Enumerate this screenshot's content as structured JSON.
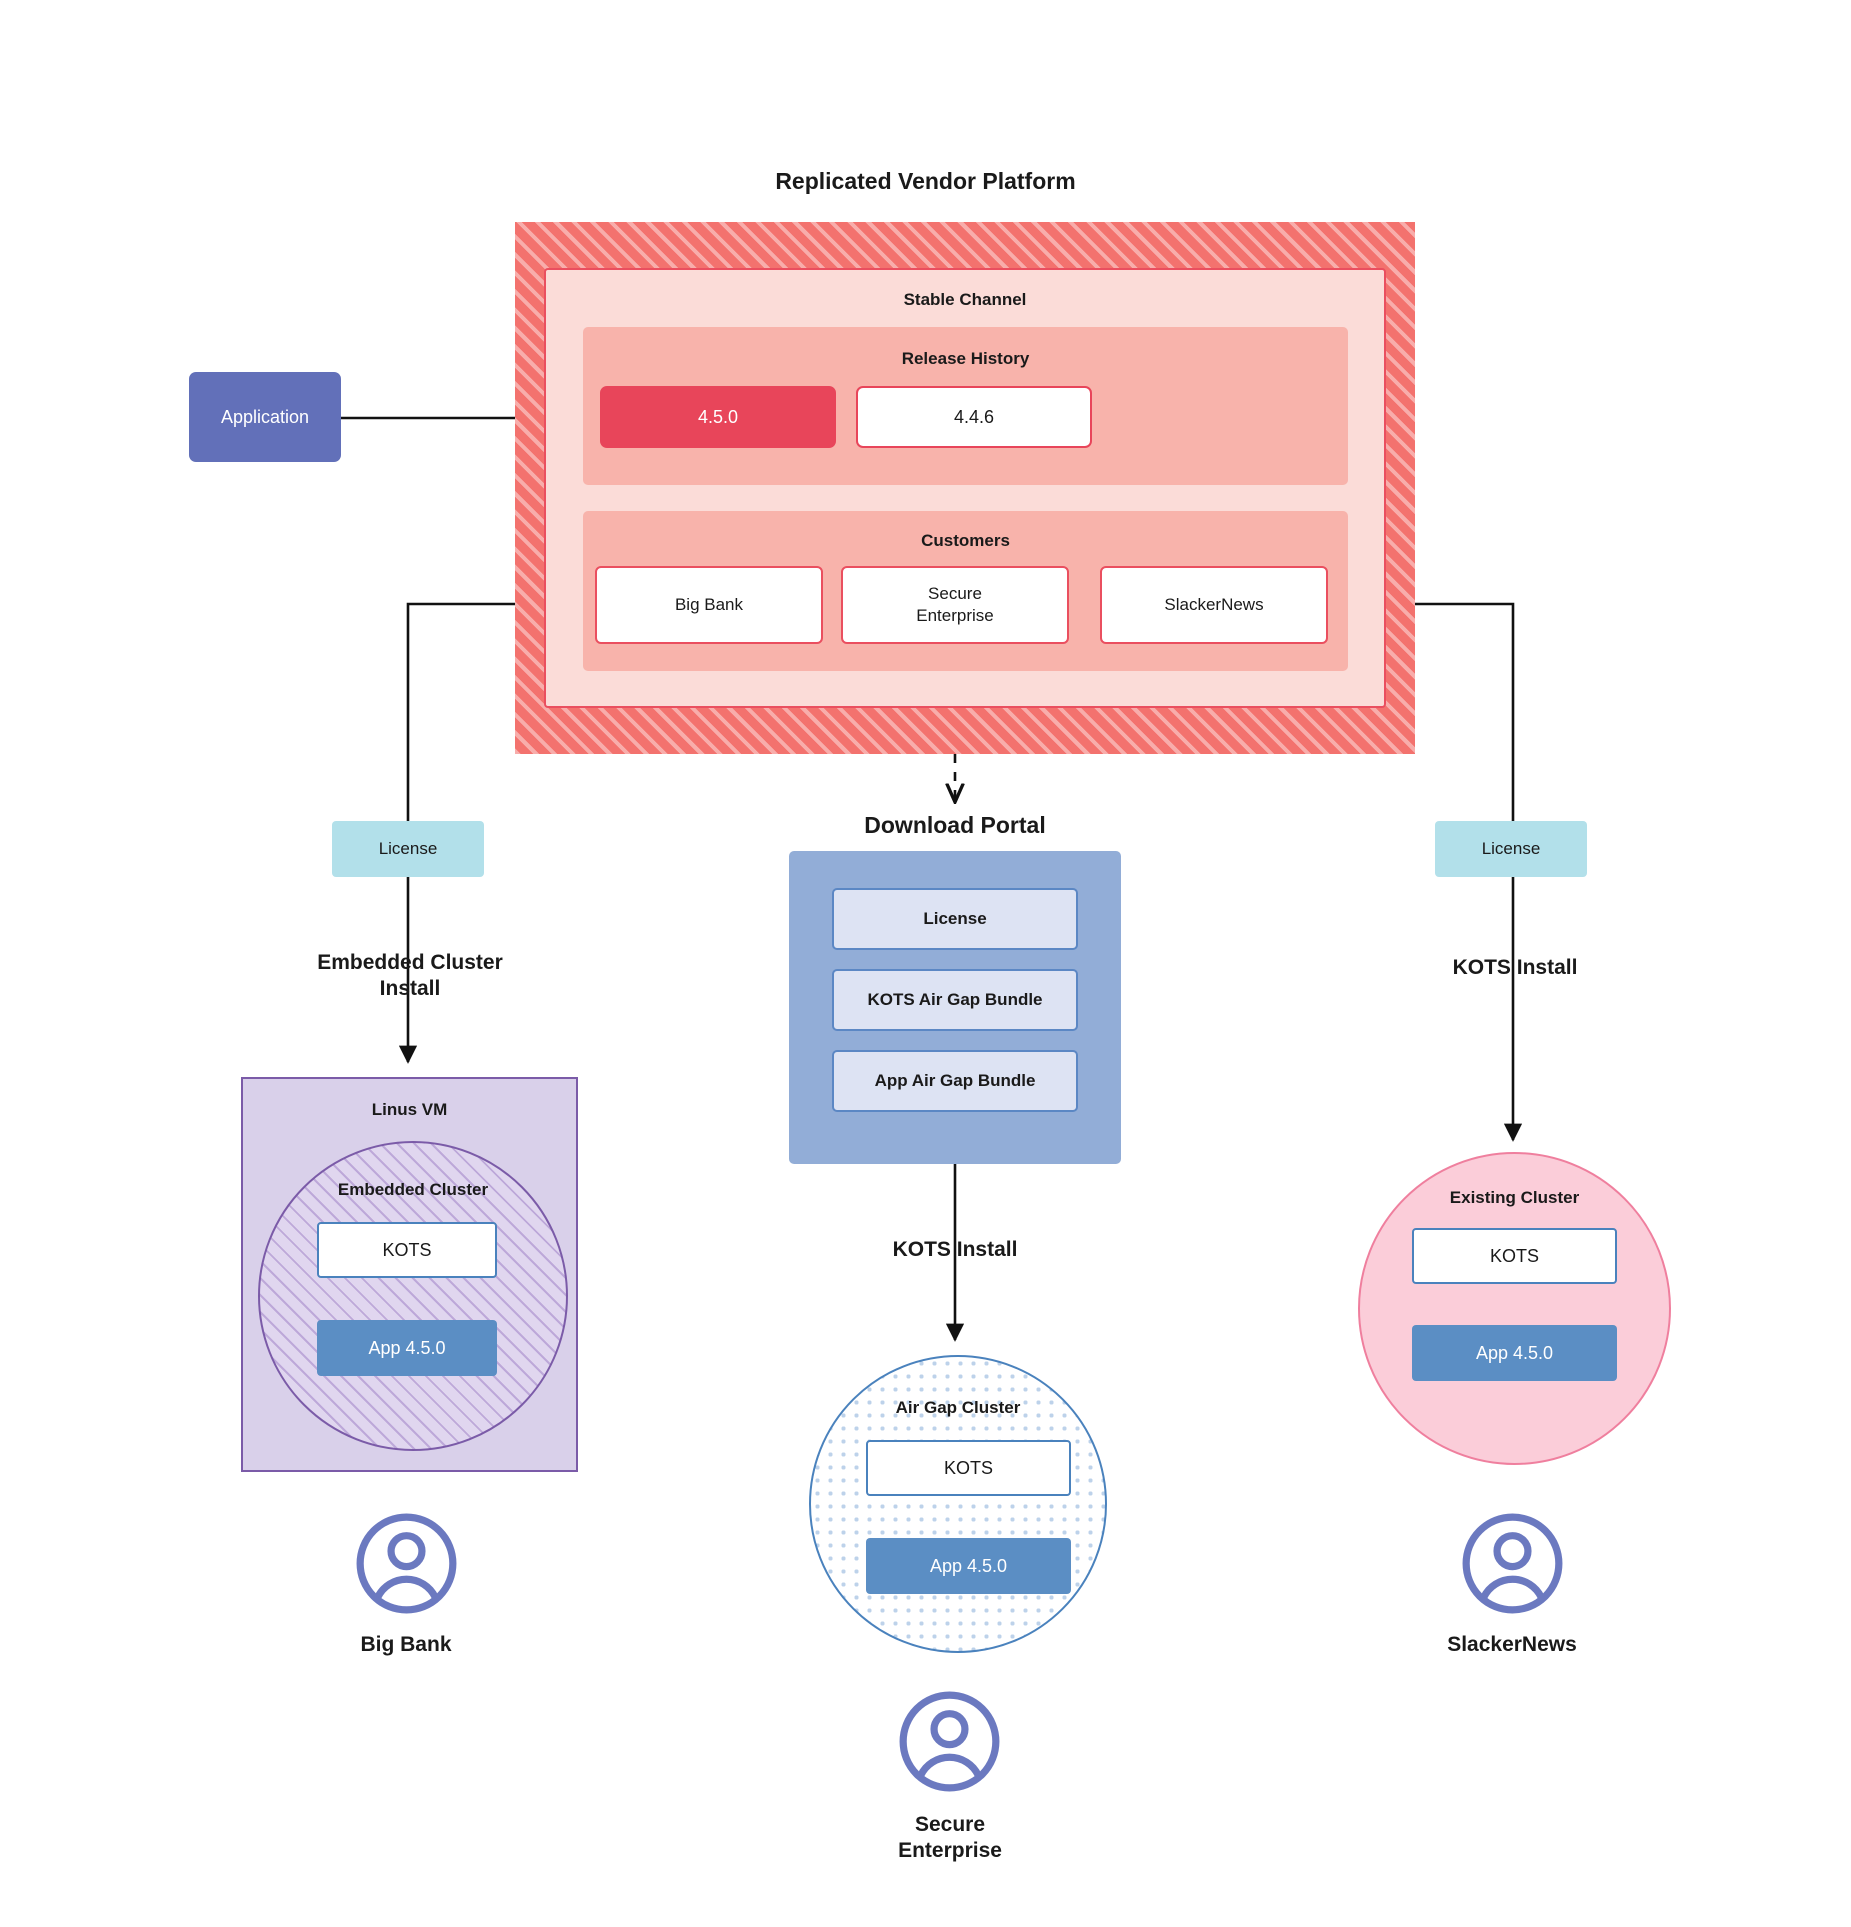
{
  "platform": {
    "title": "Replicated Vendor Platform",
    "channel": {
      "label": "Stable Channel",
      "release_history": {
        "label": "Release History",
        "releases": [
          {
            "version": "4.5.0",
            "state": "current"
          },
          {
            "version": "4.4.6",
            "state": "previous"
          }
        ]
      },
      "customers": {
        "label": "Customers",
        "items": [
          {
            "name": "Big Bank"
          },
          {
            "name": "Secure\nEnterprise"
          },
          {
            "name": "SlackerNews"
          }
        ]
      }
    }
  },
  "application": {
    "label": "Application"
  },
  "branches": {
    "left": {
      "license_label": "License",
      "install_label": "Embedded Cluster\nInstall",
      "host_label": "Linus VM",
      "cluster_label": "Embedded Cluster",
      "kots_label": "KOTS",
      "app_label": "App 4.5.0",
      "customer_name": "Big Bank",
      "avatar_icon": "user-avatar-icon"
    },
    "center": {
      "portal_title": "Download  Portal",
      "portal_items": [
        {
          "label": "License"
        },
        {
          "label": "KOTS Air Gap Bundle"
        },
        {
          "label": "App Air Gap Bundle"
        }
      ],
      "install_label": "KOTS Install",
      "cluster_label": "Air Gap Cluster",
      "kots_label": "KOTS",
      "app_label": "App 4.5.0",
      "customer_name": "Secure\nEnterprise",
      "avatar_icon": "user-avatar-icon"
    },
    "right": {
      "license_label": "License",
      "install_label": "KOTS Install",
      "cluster_label": "Existing Cluster",
      "kots_label": "KOTS",
      "app_label": "App 4.5.0",
      "customer_name": "SlackerNews",
      "avatar_icon": "user-avatar-icon"
    }
  },
  "colors": {
    "platform_hatch": "#f3726e",
    "channel_bg": "#fbdcd8",
    "section_bg": "#f8b3ab",
    "release_current": "#e8455a",
    "accent_red": "#ea4f5f",
    "application_purple": "#6270b9",
    "license_cyan": "#b2e0ea",
    "portal_blue": "#92add7",
    "portal_item_bg": "#dde3f3",
    "kots_border_blue": "#4a82bd",
    "app_blue": "#5b8ec4",
    "vm_purple": "#d9d0ea",
    "vm_border_purple": "#7b5ba8",
    "existing_cluster_pink": "#fbcdd9",
    "existing_cluster_border": "#ef7f9e",
    "avatar_purple": "#6b79c0"
  }
}
